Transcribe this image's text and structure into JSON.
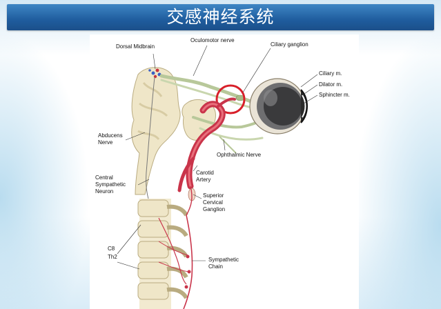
{
  "slide": {
    "title": "交感神经系统"
  },
  "diagram": {
    "labels": {
      "dorsal_midbrain": "Dorsal Midbrain",
      "oculomotor_nerve": "Oculomotor nerve",
      "ciliary_ganglion": "Ciliary ganglion",
      "ciliary_m": "Ciliary m.",
      "dilator_m": "Dilator m.",
      "sphincter_m": "Sphincter m.",
      "abducens_1": "Abducens",
      "abducens_2": "Nerve",
      "ophthalmic_nerve": "Ophthalmic Nerve",
      "carotid_1": "Carotid",
      "carotid_2": "Artery",
      "central_1": "Central",
      "central_2": "Sympathetic",
      "central_3": "Neuron",
      "superior_1": "Superior",
      "superior_2": "Cervical",
      "superior_3": "Ganglion",
      "c8": "C8",
      "th2": "Th2",
      "sympathetic_1": "Sympathetic",
      "sympathetic_2": "Chain"
    },
    "colors": {
      "bone": "#efe6c8",
      "bone_edge": "#b9ab80",
      "artery": "#c9344a",
      "artery_light": "#e9707c",
      "nerve": "#b8c89a",
      "highlight_circle": "#d8202a",
      "eye_dark": "#2a2a2a"
    }
  }
}
